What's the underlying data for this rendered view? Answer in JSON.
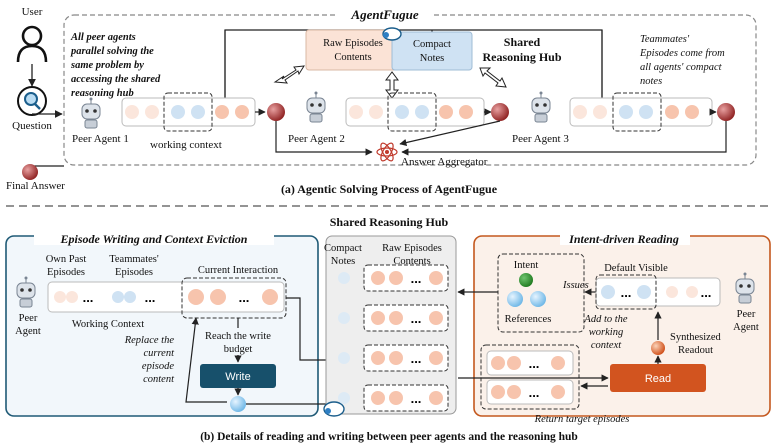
{
  "top": {
    "user": "User",
    "question": "Question",
    "final_answer": "Final Answer",
    "frame_title": "AgentFugue",
    "left_note": [
      "All peer agents",
      "parallel solving the",
      "same problem by",
      "accessing the shared",
      "reasoning hub"
    ],
    "right_note": [
      "Teammates'",
      "Episodes come from",
      "all agents' compact",
      "notes"
    ],
    "raw_box": [
      "Raw Episodes",
      "Contents"
    ],
    "compact_box": [
      "Compact",
      "Notes"
    ],
    "hub": [
      "Shared",
      "Reasoning Hub"
    ],
    "agent1": "Peer Agent 1",
    "agent2": "Peer Agent 2",
    "agent3": "Peer Agent 3",
    "working_context": "working context",
    "aggregator": "Answer Aggregator",
    "caption": "(a) Agentic Solving Process of AgentFugue"
  },
  "bottom": {
    "hub_title": "Shared Reasoning Hub",
    "left_title": "Episode Writing and Context Eviction",
    "own_past": [
      "Own Past",
      "Episodes"
    ],
    "teammates": [
      "Teammates'",
      "Episodes"
    ],
    "current_interaction": "Current Interaction",
    "peer_agent": [
      "Peer",
      "Agent"
    ],
    "working_context": "Working Context",
    "reach_budget": [
      "Reach the write",
      "budget"
    ],
    "replace_note": [
      "Replace the",
      "current",
      "episode",
      "content"
    ],
    "write": "Write",
    "compact_notes": [
      "Compact",
      "Notes"
    ],
    "raw_contents": [
      "Raw Episodes",
      "Contents"
    ],
    "right_title": "Intent-driven Reading",
    "intent": "Intent",
    "references": "References",
    "issues": "Issues",
    "default_visible": "Default Visible",
    "add_note": [
      "Add to the",
      "working",
      "context"
    ],
    "synth": [
      "Synthesized",
      "Readout"
    ],
    "read": "Read",
    "return_eps": "Return target episodes",
    "caption": "(b) Details of reading and writing between peer agents and the reasoning hub"
  },
  "ellipsis": "...",
  "colors": {
    "peach": "#f7c4ad",
    "lightblue": "#cfe2f3",
    "navy": "#17506b",
    "orange": "#d2541f",
    "red": "#a8322f"
  }
}
